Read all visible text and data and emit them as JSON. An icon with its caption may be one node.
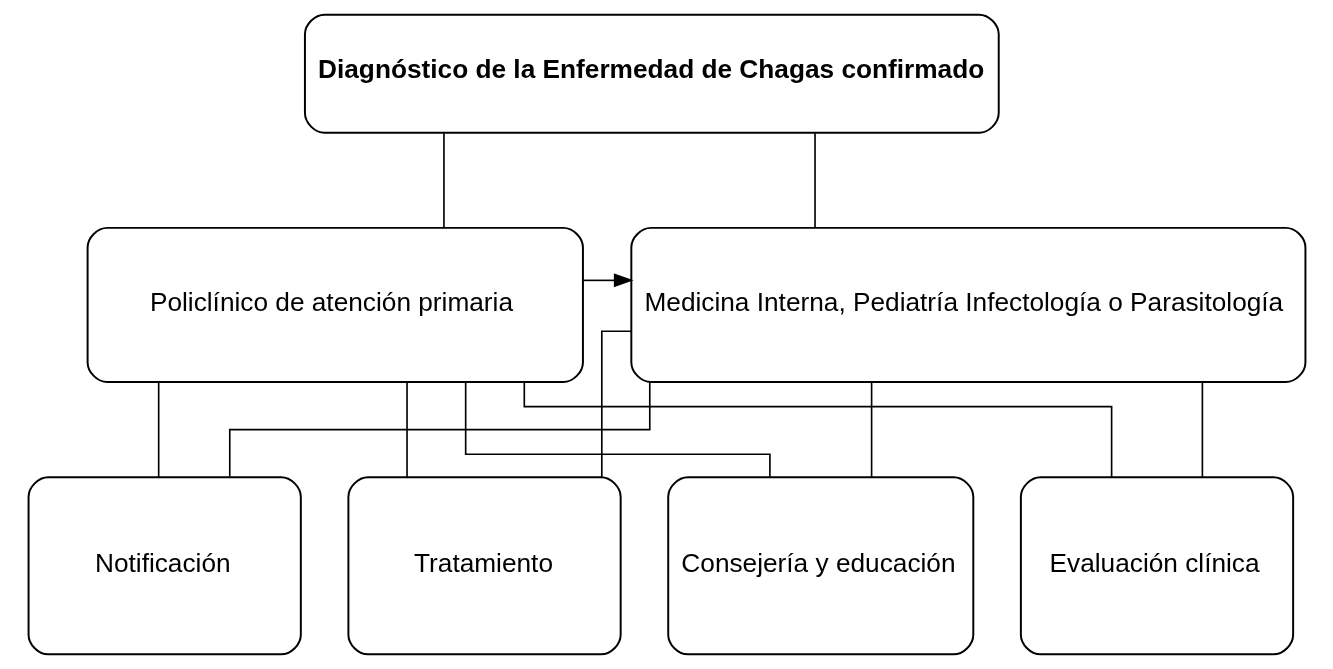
{
  "diagram": {
    "nodes": [
      {
        "text": [
          "Diagnóstico de la Enfermedad de Chagas confirmado"
        ]
      },
      {
        "text": [
          "Policlínico de atención primaria"
        ]
      },
      {
        "text": [
          "Medicina Interna, Pediatría Infectología o Parasitología"
        ]
      },
      {
        "text": [
          "Consejería y educación"
        ]
      },
      {
        "text": [
          "Evaluación clínica"
        ]
      },
      {
        "text": [
          "Notificación"
        ]
      },
      {
        "text": [
          "Tratamiento"
        ]
      }
    ],
    "edges": [
      {
        "from": 0,
        "to": 1,
        "arrow": "none"
      },
      {
        "from": 0,
        "to": 2,
        "arrow": "none"
      },
      {
        "from": 1,
        "to": 2,
        "arrow": "to"
      },
      {
        "from": 1,
        "to": 3,
        "arrow": "none"
      },
      {
        "from": 1,
        "to": 4,
        "arrow": "none"
      },
      {
        "from": 1,
        "to": 5,
        "arrow": "none"
      },
      {
        "from": 1,
        "to": 6,
        "arrow": "none"
      },
      {
        "from": 2,
        "to": 3,
        "arrow": "none"
      },
      {
        "from": 2,
        "to": 4,
        "arrow": "none"
      },
      {
        "from": 2,
        "to": 5,
        "arrow": "none"
      },
      {
        "from": 2,
        "to": 6,
        "arrow": "none"
      }
    ]
  }
}
